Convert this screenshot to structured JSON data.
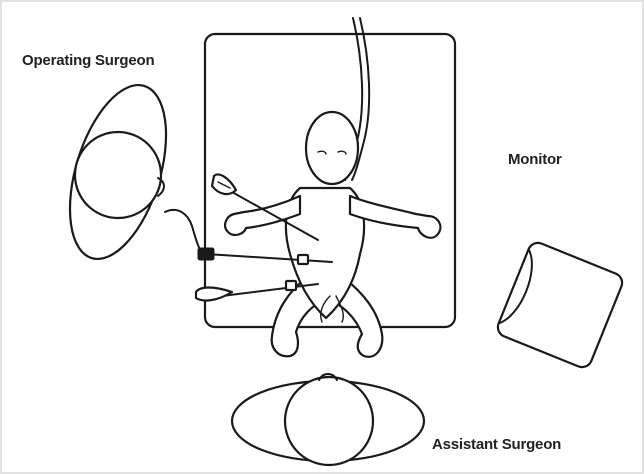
{
  "labels": {
    "operating_surgeon": "Operating Surgeon",
    "monitor": "Monitor",
    "assistant_surgeon": "Assistant Surgeon"
  },
  "colors": {
    "line": "#1a1a1a",
    "background": "#ffffff",
    "border": "#e2e2e2"
  }
}
